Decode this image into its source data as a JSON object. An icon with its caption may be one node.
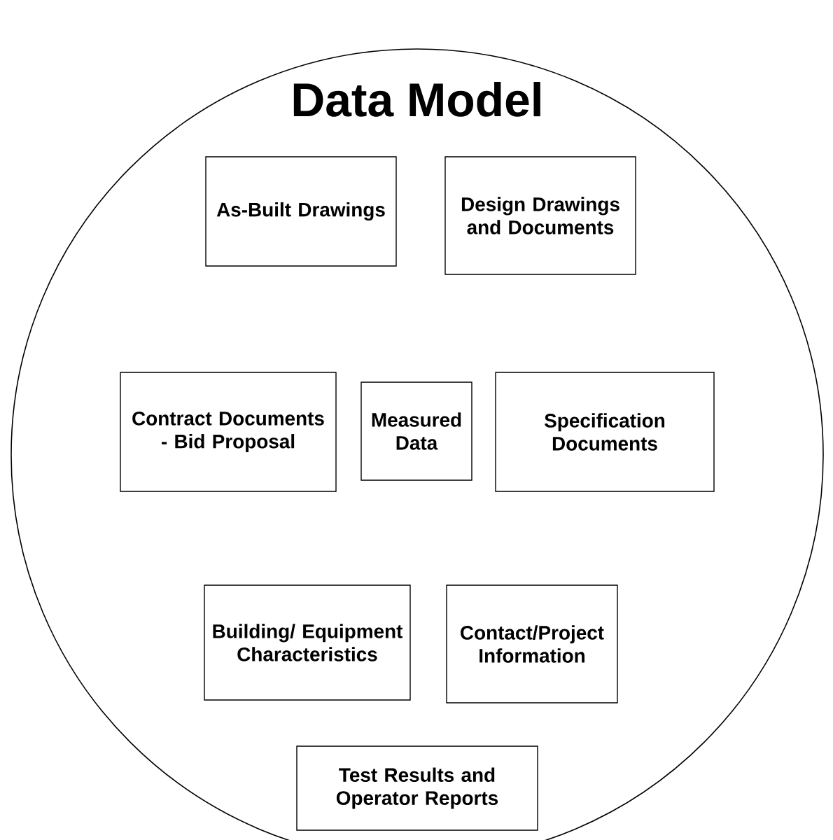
{
  "diagram": {
    "nodes": [
      {
        "text": [
          "Data Model"
        ]
      },
      {
        "text": [
          "As-Built Drawings"
        ],
        "in": 0
      },
      {
        "text": [
          "Design Drawings and Documents"
        ],
        "in": 0
      },
      {
        "text": [
          "Contract Documents - Bid Proposal"
        ],
        "in": 0
      },
      {
        "text": [
          "Measured Data"
        ],
        "in": 0
      },
      {
        "text": [
          "Specification Documents"
        ],
        "in": 0
      },
      {
        "text": [
          "Building/ Equipment Characteristics"
        ],
        "in": 0
      },
      {
        "text": [
          "Contact/Project Information"
        ],
        "in": 0
      },
      {
        "text": [
          "Test Results and Operator Reports"
        ],
        "in": 0
      }
    ]
  }
}
